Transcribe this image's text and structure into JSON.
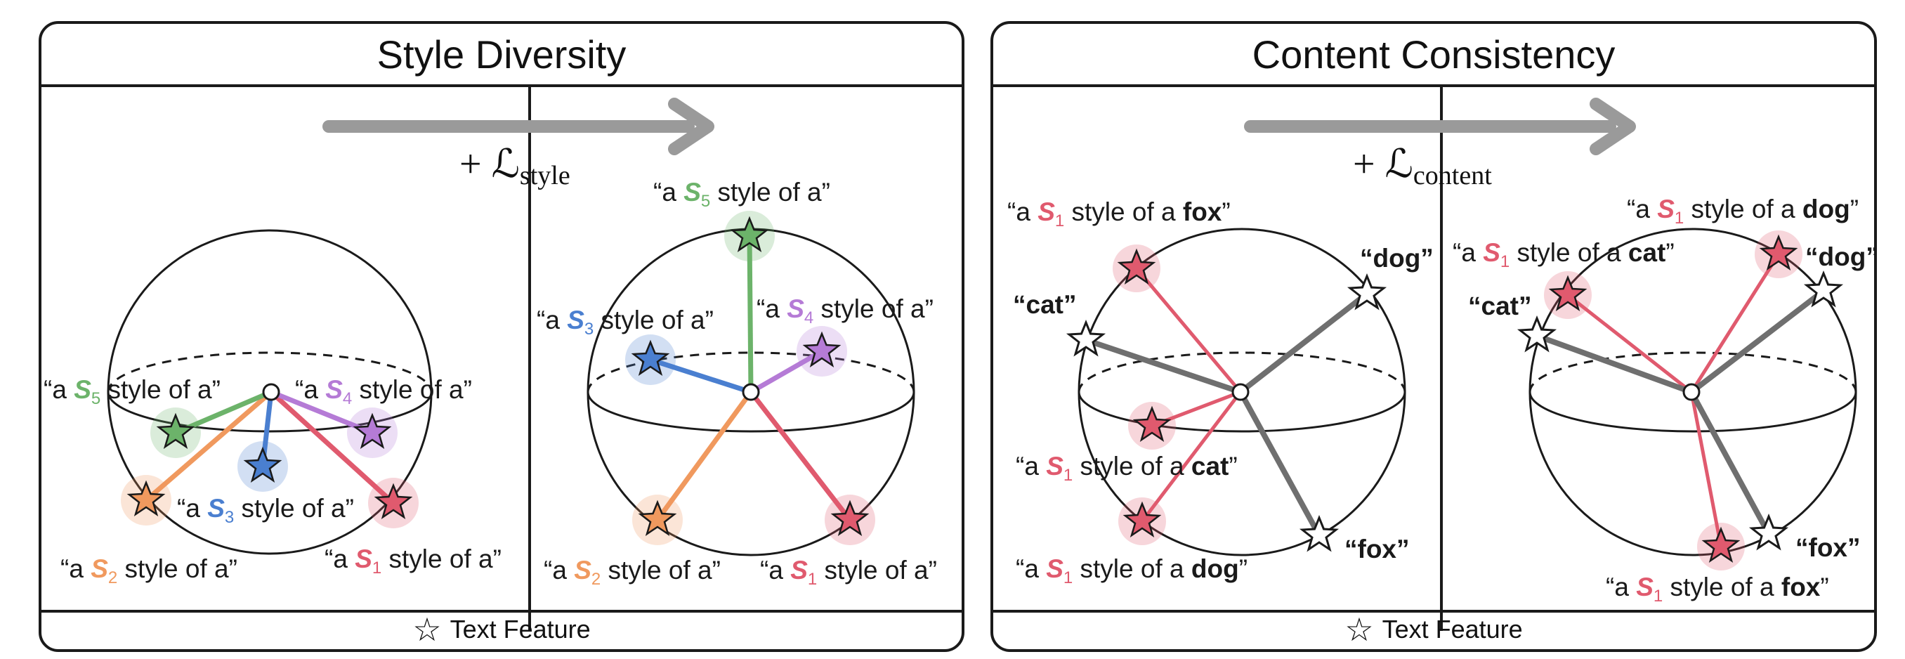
{
  "panels": {
    "style": {
      "title": "Style Diversity",
      "loss_sub": "style",
      "footer": "Text Feature"
    },
    "content": {
      "title": "Content Consistency",
      "loss_sub": "content",
      "footer": "Text Feature"
    }
  },
  "loss_symbol": "+ ℒ",
  "quote_open": "“a ",
  "quote_a": "a",
  "style_suffix": " style of a”",
  "style_suffix_mid": " style of a ",
  "sym_s": "S",
  "subscripts": {
    "s1": "1",
    "s2": "2",
    "s3": "3",
    "s4": "4",
    "s5": "5"
  },
  "words": {
    "cat": "cat",
    "dog": "dog",
    "fox": "fox"
  },
  "word_labels": {
    "cat": "“cat”",
    "dog": "“dog”",
    "fox": "“fox”"
  },
  "close_quote": "”",
  "colors": {
    "s1": "#e05a6e",
    "s2": "#f0995e",
    "s3": "#4a7fd0",
    "s4": "#b57bd6",
    "s5": "#6cb36a",
    "gray_arrow": "#9a9a9a",
    "gray_line": "#6f6f6f"
  },
  "legend_icon": "star-outline-icon"
}
